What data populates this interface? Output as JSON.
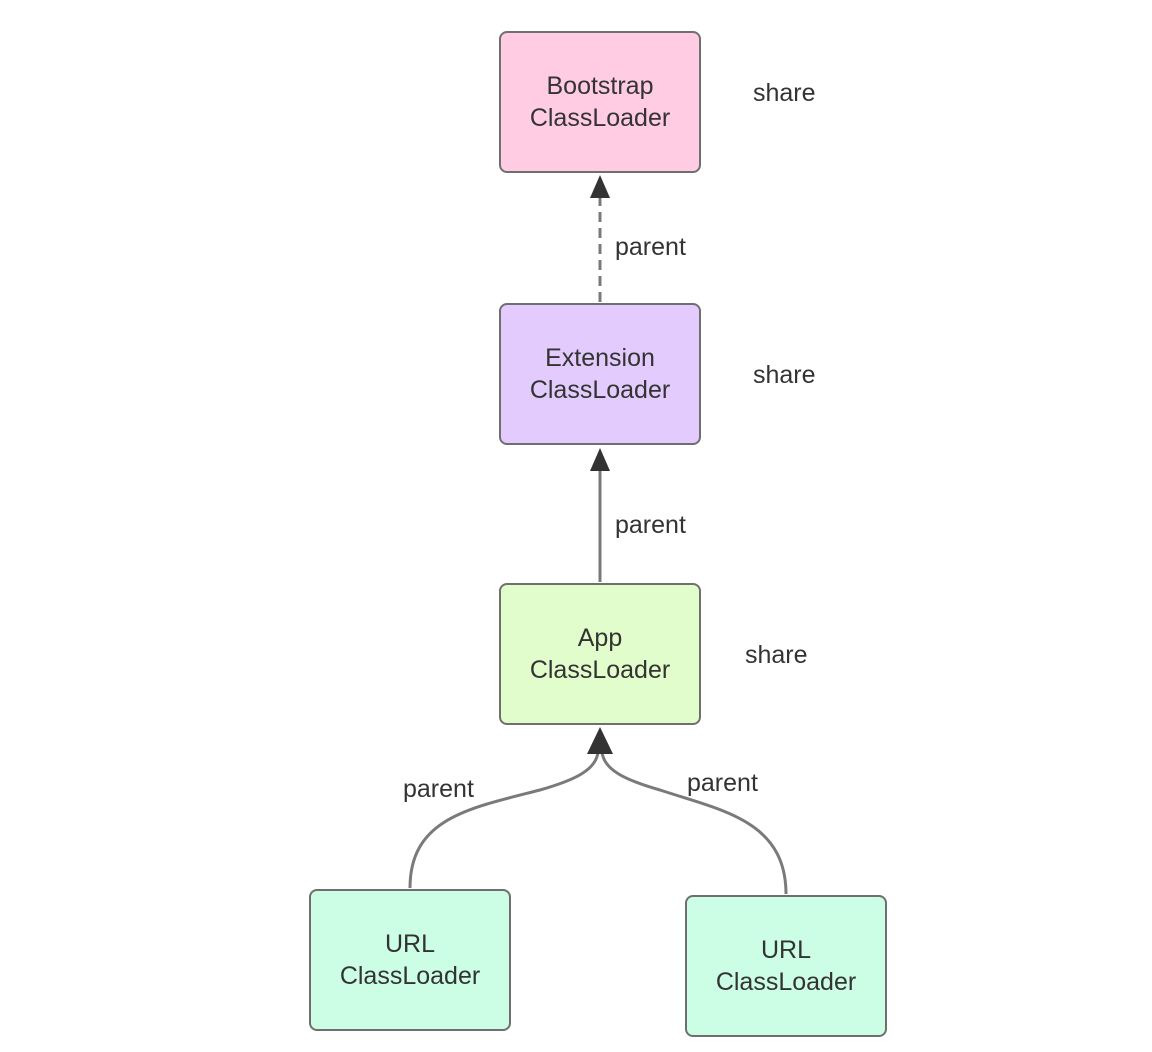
{
  "nodes": {
    "bootstrap": {
      "line1": "Bootstrap",
      "line2": "ClassLoader",
      "color": "#ffcce4"
    },
    "extension": {
      "line1": "Extension",
      "line2": "ClassLoader",
      "color": "#e3ccfd"
    },
    "app": {
      "line1": "App",
      "line2": "ClassLoader",
      "color": "#e2fdcc"
    },
    "url_left": {
      "line1": "URL",
      "line2": "ClassLoader",
      "color": "#ccfde5"
    },
    "url_right": {
      "line1": "URL",
      "line2": "ClassLoader",
      "color": "#ccfde5"
    }
  },
  "share_labels": {
    "bootstrap": "share",
    "extension": "share",
    "app": "share"
  },
  "edge_labels": {
    "extension_to_bootstrap": "parent",
    "app_to_extension": "parent",
    "url_left_to_app": "parent",
    "url_right_to_app": "parent"
  },
  "edges": [
    {
      "from": "Extension ClassLoader",
      "to": "Bootstrap ClassLoader",
      "style": "dashed"
    },
    {
      "from": "App ClassLoader",
      "to": "Extension ClassLoader",
      "style": "solid"
    },
    {
      "from": "URL ClassLoader",
      "to": "App ClassLoader",
      "style": "solid"
    },
    {
      "from": "URL ClassLoader",
      "to": "App ClassLoader",
      "style": "solid"
    }
  ],
  "colors": {
    "border": "#6f6f6f",
    "edge": "#7a7a7a",
    "arrowhead": "#333333",
    "text": "#333333"
  }
}
